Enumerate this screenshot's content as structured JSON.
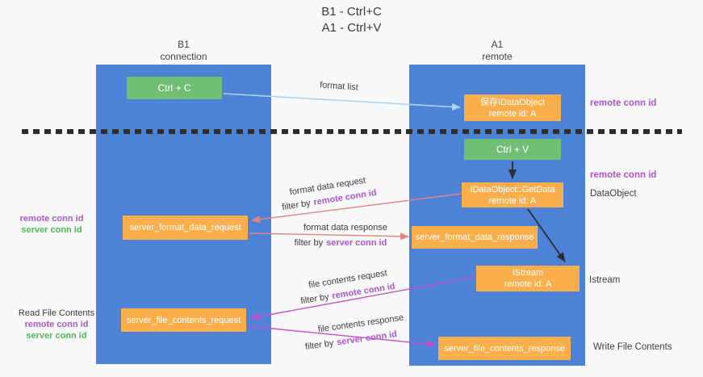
{
  "title": {
    "line1": "B1 - Ctrl+C",
    "line2": "A1 - Ctrl+V"
  },
  "lanes": {
    "b1": {
      "name": "B1",
      "subtitle": "connection"
    },
    "a1": {
      "name": "A1",
      "subtitle": "remote"
    }
  },
  "nodes": {
    "ctrl_c": {
      "label": "Ctrl + C"
    },
    "save_dataobject": {
      "line1": "保存IDataObject",
      "line2": "remote id: A"
    },
    "ctrl_v": {
      "label": "Ctrl + V"
    },
    "getdata": {
      "line1": "IDataObject::GetData",
      "line2": "remote id: A"
    },
    "server_format_data_request": {
      "label": "server_format_data_request"
    },
    "server_format_data_response": {
      "label": "server_format_data_response"
    },
    "istream": {
      "line1": "IStream",
      "line2": "remote id: A"
    },
    "server_file_contents_request": {
      "label": "server_file_contents_request"
    },
    "server_file_contents_response": {
      "label": "server_file_contents_response"
    }
  },
  "flow_labels": {
    "format_list": "format list",
    "format_data_request": "format data request",
    "format_data_response": "format data response",
    "file_contents_request": "file contents request",
    "file_contents_response": "file contents response",
    "filter_by": "filter by",
    "remote_conn_id": "remote conn id",
    "server_conn_id": "server conn id"
  },
  "side_labels": {
    "right_top_remote_conn_id": "remote conn id",
    "right_mid_remote_conn_id": "remote conn id",
    "right_dataobject": "DataObject",
    "right_istream": "Istream",
    "right_write_file_contents": "Write File Contents",
    "left_remote_conn_id_top": "remote conn id",
    "left_server_conn_id_top": "server conn id",
    "left_read_file_contents": "Read File Contents",
    "left_remote_conn_id_bottom": "remote conn id",
    "left_server_conn_id_bottom": "server conn id"
  },
  "colors": {
    "lane_blue": "#4e82d6",
    "key_green": "#71bf74",
    "message_orange": "#fbaf4c",
    "arrow_light_blue": "#a8d6f0",
    "arrow_salmon": "#e58282",
    "arrow_magenta": "#c44fc4",
    "arrow_black": "#2d2d2d",
    "conn_id_purple": "#a957c8",
    "conn_id_green": "#56b45c",
    "text_dark": "#3c3c3c",
    "background": "#f8f9fa"
  }
}
